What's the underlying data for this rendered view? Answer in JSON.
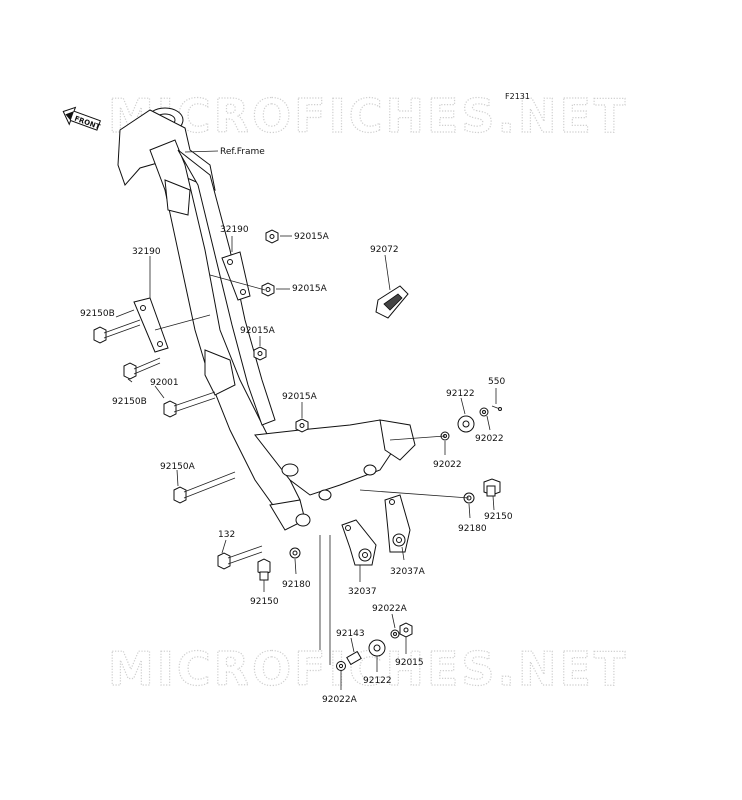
{
  "diagram_code": "F2131",
  "watermark_top": "MICROFICHES.NET",
  "watermark_bottom": "MICROFICHES.NET",
  "front_label": "FRONT",
  "ref_frame": "Ref.Frame",
  "labels": {
    "l32190_top": "32190",
    "l92015A_1": "92015A",
    "l32190_left": "32190",
    "l92015A_2": "92015A",
    "l92150B_1": "92150B",
    "l92015A_3": "92015A",
    "l92072": "92072",
    "l92001": "92001",
    "l92150B_2": "92150B",
    "l92015A_4": "92015A",
    "l550": "550",
    "l92122_top": "92122",
    "l92022_right": "92022",
    "l92022_mid": "92022",
    "l92150A": "92150A",
    "l92150_right": "92150",
    "l92180_right": "92180",
    "l132": "132",
    "l32037A": "32037A",
    "l92180_left": "92180",
    "l32037": "32037",
    "l92150_left": "92150",
    "l92022A_top": "92022A",
    "l92143": "92143",
    "l92015": "92015",
    "l92122_bottom": "92122",
    "l92022A_bottom": "92022A"
  }
}
